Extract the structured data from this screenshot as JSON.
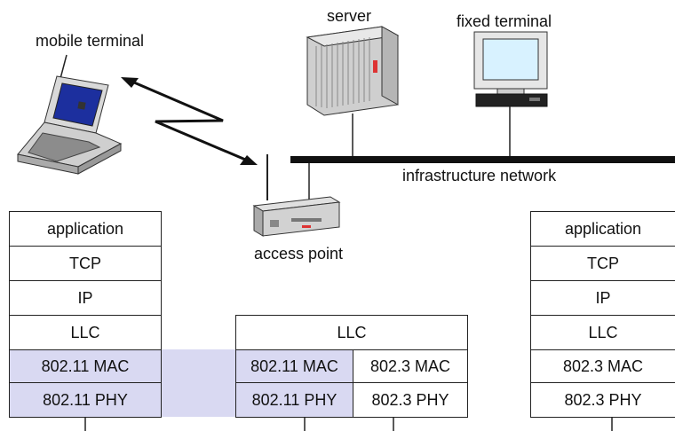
{
  "labels": {
    "mobile_terminal": "mobile terminal",
    "server": "server",
    "fixed_terminal": "fixed terminal",
    "infrastructure_network": "infrastructure network",
    "access_point": "access point"
  },
  "stacks": {
    "mobile": [
      "application",
      "TCP",
      "IP",
      "LLC",
      "802.11 MAC",
      "802.11 PHY"
    ],
    "access_point": {
      "llc": "LLC",
      "left": [
        "802.11 MAC",
        "802.11 PHY"
      ],
      "right": [
        "802.3 MAC",
        "802.3 PHY"
      ]
    },
    "fixed": [
      "application",
      "TCP",
      "IP",
      "LLC",
      "802.3 MAC",
      "802.3 PHY"
    ]
  },
  "colors": {
    "shaded": "#d9d9f2",
    "network_line": "#111111"
  }
}
